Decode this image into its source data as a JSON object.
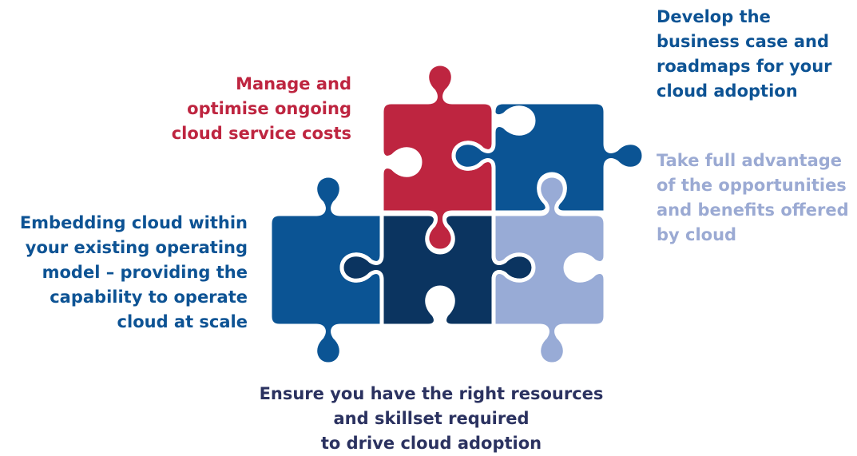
{
  "colors": {
    "red": "#be2540",
    "blue": "#0b5494",
    "navy": "#0b3460",
    "light": "#98abd6",
    "outline": "#ffffff",
    "label_red": "#be2540",
    "label_blue": "#0d5394",
    "label_navy": "#2b3260",
    "label_light": "#9baad3"
  },
  "labels": {
    "manage_costs": [
      "Manage and",
      "optimise ongoing",
      "cloud service costs"
    ],
    "business_case": [
      "Develop the",
      "business case and",
      "roadmaps for your",
      "cloud adoption"
    ],
    "opportunities": [
      "Take full advantage",
      "of the opportunities",
      "and benefits offered",
      "by cloud"
    ],
    "operating_model": [
      "Embedding cloud within",
      "your existing operating",
      "model – providing the",
      "capability to operate",
      "cloud at scale"
    ],
    "resources": [
      "Ensure you have the right resources",
      "and skillset required",
      "to drive cloud adoption"
    ]
  },
  "puzzle_pieces": [
    {
      "name": "piece-red",
      "color": "red"
    },
    {
      "name": "piece-blue-top",
      "color": "blue"
    },
    {
      "name": "piece-blue-left",
      "color": "blue"
    },
    {
      "name": "piece-navy-center",
      "color": "navy"
    },
    {
      "name": "piece-light-right",
      "color": "light"
    }
  ]
}
